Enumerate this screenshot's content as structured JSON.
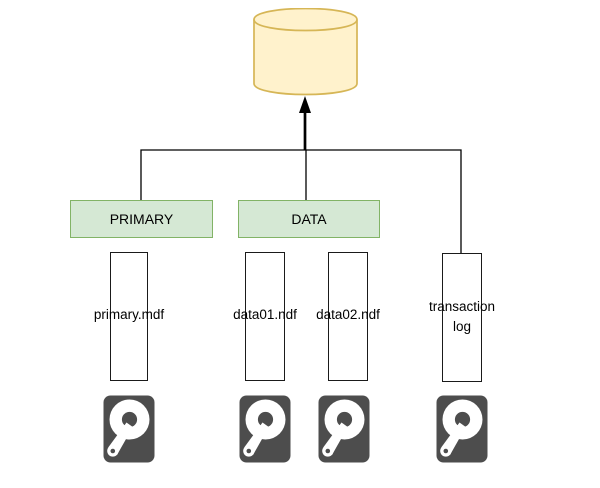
{
  "colors": {
    "background": "#FFFFFF",
    "database_fill": "#FFF2CC",
    "database_stroke": "#D6B656",
    "filegroup_fill": "#D5E8D4",
    "filegroup_stroke": "#82B366",
    "file_fill": "#FFFFFF",
    "file_stroke": "#1A1A1A",
    "disk_fill": "#4D4D4D",
    "connector_color": "#000000"
  },
  "diagram": {
    "database": {
      "shape": "cylinder",
      "label": ""
    },
    "filegroups": [
      {
        "label": "PRIMARY"
      },
      {
        "label": "DATA"
      }
    ],
    "files": [
      {
        "label": "primary.mdf"
      },
      {
        "label": "data01.ndf"
      },
      {
        "label": "data02.ndf"
      },
      {
        "label": "transaction log"
      }
    ],
    "disks": [
      {
        "icon": "hard-disk-icon"
      },
      {
        "icon": "hard-disk-icon"
      },
      {
        "icon": "hard-disk-icon"
      },
      {
        "icon": "hard-disk-icon"
      }
    ]
  }
}
